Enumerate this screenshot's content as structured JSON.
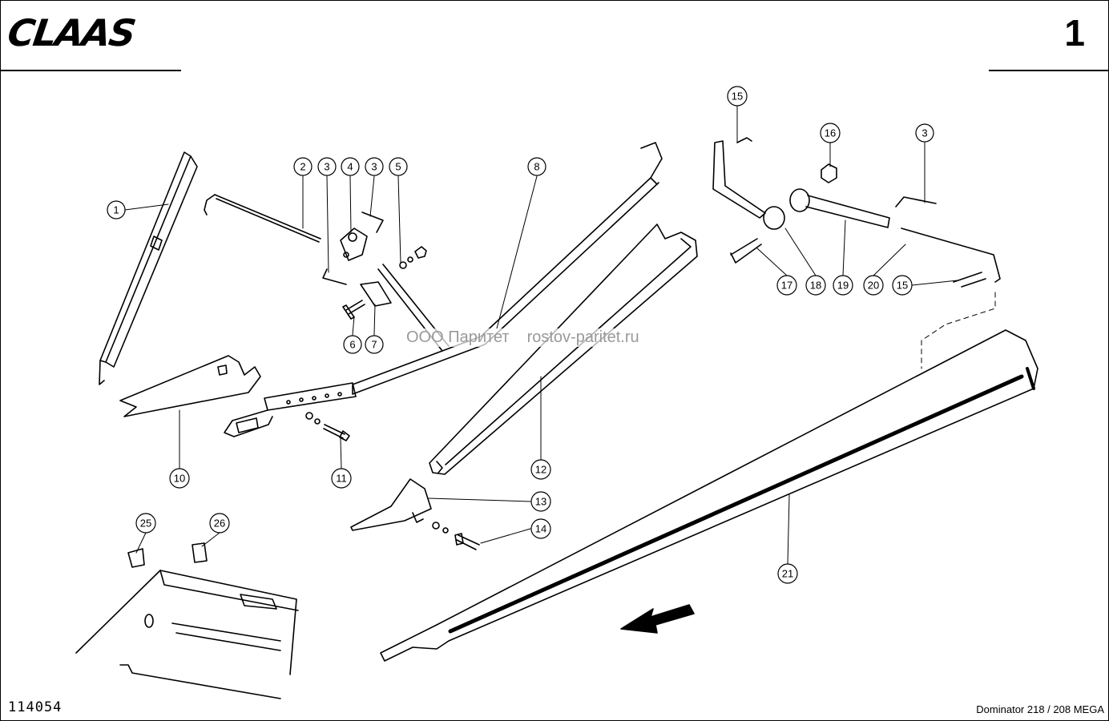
{
  "header": {
    "brand": "CLAAS",
    "page_number": "1"
  },
  "footer": {
    "drawing_number": "114054",
    "model": "Dominator 218 / 208 MEGA"
  },
  "watermark": {
    "company": "ООО Паритет",
    "site": "rostov-paritet.ru"
  },
  "callouts": [
    "1",
    "2",
    "3",
    "4",
    "3",
    "5",
    "8",
    "6",
    "7",
    "10",
    "11",
    "12",
    "13",
    "14",
    "15",
    "16",
    "3",
    "17",
    "18",
    "19",
    "20",
    "15",
    "21",
    "25",
    "26"
  ]
}
